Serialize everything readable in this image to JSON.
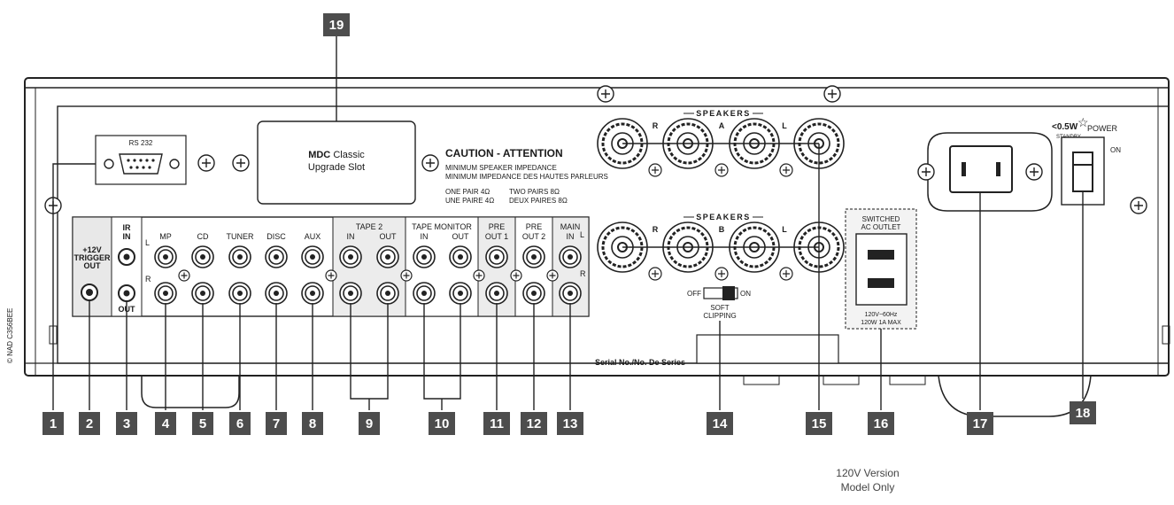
{
  "copyright": "© NAD C356BEE",
  "callouts": [
    "1",
    "2",
    "3",
    "4",
    "5",
    "6",
    "7",
    "8",
    "9",
    "10",
    "11",
    "12",
    "13",
    "14",
    "15",
    "16",
    "17",
    "18",
    "19"
  ],
  "upgrade_slot": {
    "line1_bold": "MDC",
    "line1_rest": " Classic",
    "line2": "Upgrade Slot"
  },
  "rs232": "RS 232",
  "caution": {
    "title": "CAUTION - ATTENTION",
    "line1": "MINIMUM SPEAKER IMPEDANCE",
    "line2": "MINIMUM IMPEDANCE DES HAUTES PARLEURS",
    "one_pair": "ONE PAIR  4Ω",
    "une_paire": "UNE PAIRE  4Ω",
    "two_pairs": "TWO PAIRS  8Ω",
    "deux_paires": "DEUX PAIRES  8Ω"
  },
  "trigger": [
    "+12V",
    "TRIGGER",
    "OUT"
  ],
  "ir": {
    "top1": "IR",
    "top2": "IN",
    "bottom": "OUT"
  },
  "inputs": [
    "MP",
    "CD",
    "TUNER",
    "DISC",
    "AUX"
  ],
  "tape2": {
    "title": "TAPE 2",
    "in": "IN",
    "out": "OUT"
  },
  "tape_monitor": {
    "title1": "TAPE",
    "title2": "MONITOR",
    "in": "IN",
    "out": "OUT"
  },
  "pre_out1": [
    "PRE",
    "OUT 1"
  ],
  "pre_out2": [
    "PRE",
    "OUT 2"
  ],
  "main_in": [
    "MAIN",
    "IN"
  ],
  "ch": {
    "l": "L",
    "r": "R"
  },
  "speakers": {
    "title": "SPEAKERS",
    "a": "A",
    "b": "B",
    "r": "R",
    "l": "L",
    "plus": "+"
  },
  "soft_clipping": {
    "off": "OFF",
    "on": "ON",
    "label1": "SOFT",
    "label2": "CLIPPING"
  },
  "switched_outlet": {
    "title1": "SWITCHED",
    "title2": "AC OUTLET",
    "spec1": "120V~60Hz",
    "spec2": "120W 1A MAX"
  },
  "standby": {
    "value": "<0.5W",
    "label": "STANDBY"
  },
  "power": {
    "label": "POWER",
    "on": "ON"
  },
  "serial": "Serial No./No. De Series",
  "version_note": [
    "120V Version",
    "Model Only"
  ]
}
